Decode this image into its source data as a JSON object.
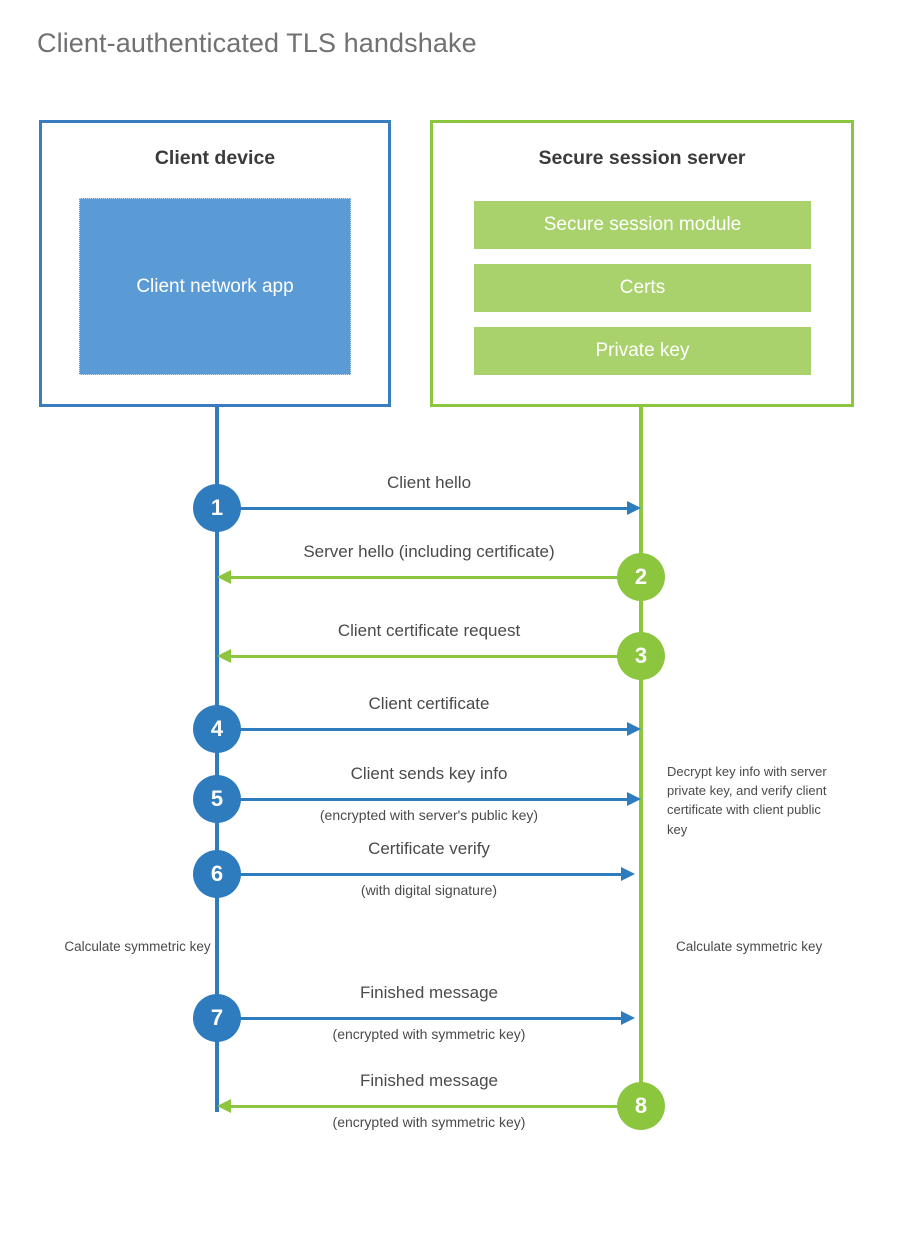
{
  "title": "Client-authenticated TLS handshake",
  "colors": {
    "client_blue": "#2e7cbe",
    "client_app_fill": "#5b9bd5",
    "server_green": "#8cc63f",
    "server_bar_fill": "#a9d26d",
    "title_gray": "#6f7173",
    "text_gray": "#4a4a4a"
  },
  "client": {
    "title": "Client device",
    "app_label": "Client network app"
  },
  "server": {
    "title": "Secure session server",
    "bars": [
      {
        "label": "Secure session module"
      },
      {
        "label": "Certs"
      },
      {
        "label": "Private key"
      }
    ]
  },
  "steps": [
    {
      "number": "1",
      "label": "Client hello",
      "sublabel": "",
      "direction": "client-to-server",
      "color": "blue"
    },
    {
      "number": "2",
      "label": "Server hello (including certificate)",
      "sublabel": "",
      "direction": "server-to-client",
      "color": "green"
    },
    {
      "number": "3",
      "label": "Client certificate request",
      "sublabel": "",
      "direction": "server-to-client",
      "color": "green"
    },
    {
      "number": "4",
      "label": "Client certificate",
      "sublabel": "",
      "direction": "client-to-server",
      "color": "blue"
    },
    {
      "number": "5",
      "label": "Client sends key info",
      "sublabel": "(encrypted with server's public key)",
      "direction": "client-to-server",
      "color": "blue"
    },
    {
      "number": "6",
      "label": "Certificate verify",
      "sublabel": "(with digital signature)",
      "direction": "client-to-server",
      "color": "blue"
    },
    {
      "number": "7",
      "label": "Finished message",
      "sublabel": "(encrypted with symmetric key)",
      "direction": "client-to-server",
      "color": "blue"
    },
    {
      "number": "8",
      "label": "Finished message",
      "sublabel": "(encrypted with symmetric key)",
      "direction": "server-to-client",
      "color": "green"
    }
  ],
  "notes": {
    "decrypt": "Decrypt key info with server private key, and verify client certificate with client public key",
    "client_calculate": "Calculate symmetric key",
    "server_calculate": "Calculate symmetric key"
  }
}
